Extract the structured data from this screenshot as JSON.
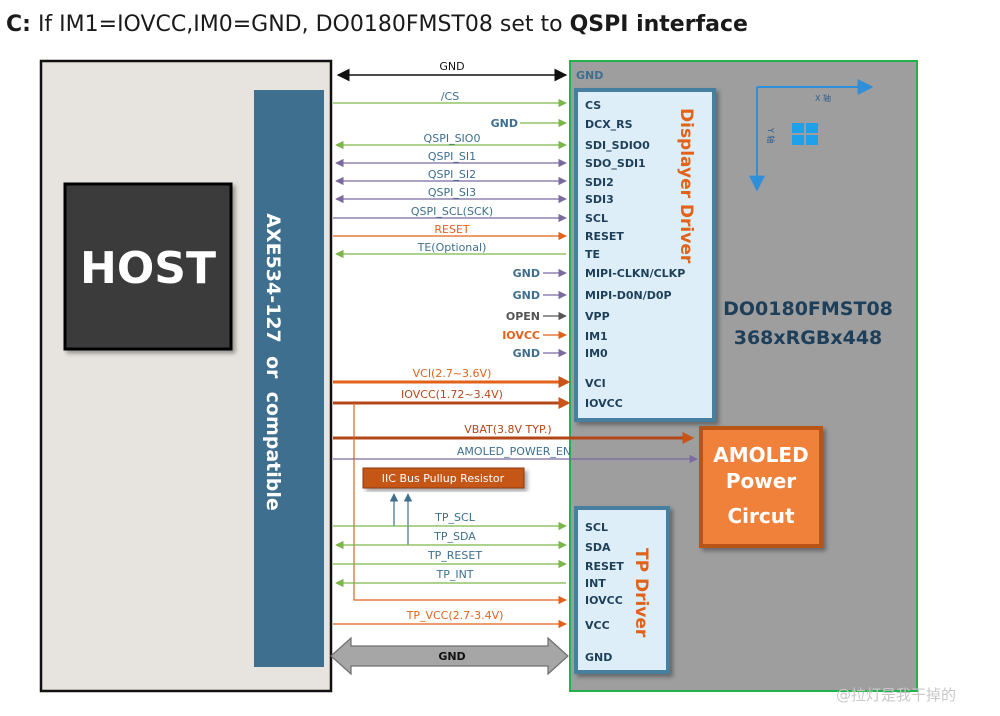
{
  "title": {
    "prefix": "C:",
    "text": " If IM1=IOVCC,IM0=GND, DO0180FMST08 set to ",
    "emphasis": "QSPI interface"
  },
  "host": {
    "label": "HOST",
    "connector": "AXE534-127  or  compatible"
  },
  "panel": {
    "name": "DO0180FMST08",
    "resolution": "368xRGBx448",
    "gnd": "GND"
  },
  "axes": {
    "x": "X 轴",
    "y": "Y 轴"
  },
  "display_driver": {
    "title": "Displayer Driver",
    "pins": [
      "CS",
      "DCX_RS",
      "SDI_SDIO0",
      "SDO_SDI1",
      "SDI2",
      "SDI3",
      "SCL",
      "RESET",
      "TE",
      "MIPI-CLKN/CLKP",
      "MIPI-D0N/D0P",
      "VPP",
      "IM1",
      "IM0",
      "VCI",
      "IOVCC"
    ]
  },
  "signals": {
    "top_gnd": "GND",
    "cs": "/CS",
    "dcx_gnd": "GND",
    "sio0": "QSPI_SIO0",
    "si1": "QSPI_SI1",
    "si2": "QSPI_SI2",
    "si3": "QSPI_SI3",
    "scl": "QSPI_SCL(SCK)",
    "reset": "RESET",
    "te": "TE(Optional)",
    "clk_gnd": "GND",
    "d0_gnd": "GND",
    "vpp_open": "OPEN",
    "im1_iovcc": "IOVCC",
    "im0_gnd": "GND",
    "vci": "VCI(2.7~3.6V)",
    "iovcc": "IOVCC(1.72~3.4V)",
    "vbat": "VBAT(3.8V TYP.)",
    "amoled_en": "AMOLED_POWER_EN",
    "tp_scl": "TP_SCL",
    "tp_sda": "TP_SDA",
    "tp_reset": "TP_RESET",
    "tp_int": "TP_INT",
    "tp_vcc": "TP_VCC(2.7-3.4V)",
    "bottom_gnd": "GND"
  },
  "iic_pullup": "IIC Bus Pullup Resistor",
  "amoled": {
    "line1": "AMOLED",
    "line2": "Power",
    "line3": "Circut"
  },
  "tp_driver": {
    "title": "TP Driver",
    "pins": [
      "SCL",
      "SDA",
      "RESET",
      "INT",
      "IOVCC",
      "VCC",
      "GND"
    ]
  },
  "watermark": "@拉灯是我干掉的",
  "colors": {
    "orange": "#e2621a",
    "green": "#7ab648",
    "purple": "#7a6aa0",
    "teal": "#3e6f8e",
    "dark": "#1e3f5a"
  }
}
